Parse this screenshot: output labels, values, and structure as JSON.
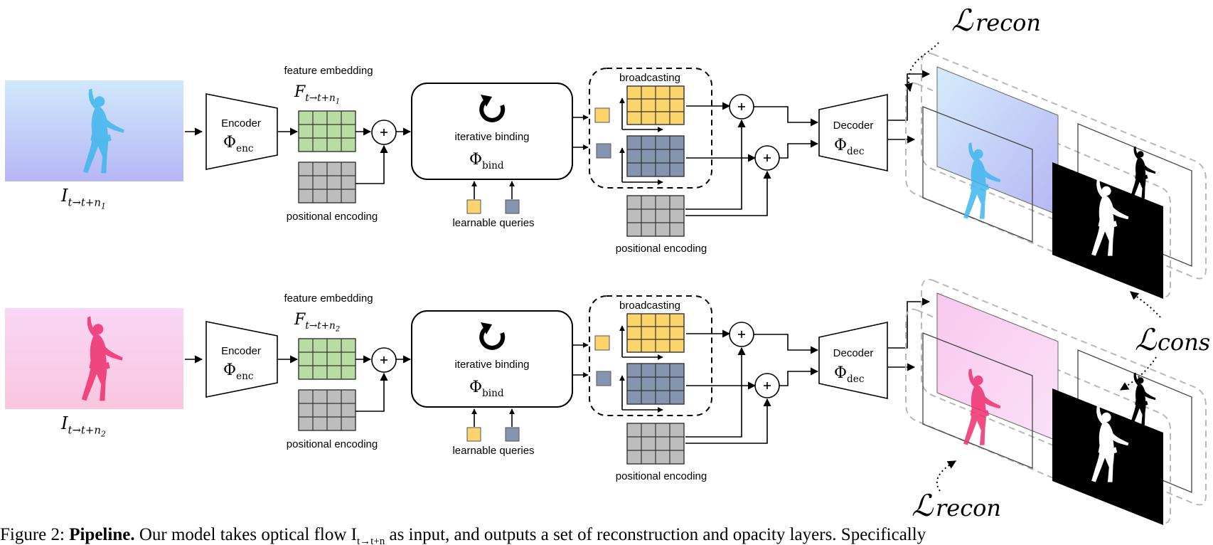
{
  "pipelines": [
    {
      "input_label": "I",
      "input_sub": "t→t+n",
      "input_sub_idx": "1",
      "encoder_label": "Encoder",
      "encoder_sym": "Φ",
      "encoder_sub": "enc",
      "feature_embedding_label": "feature embedding",
      "feature_sym": "F",
      "feature_sub": "t→t+n",
      "feature_sub_idx": "1",
      "positional_encoding_label": "positional encoding",
      "binding_label": "iterative binding",
      "binding_sym": "Φ",
      "binding_sub": "bind",
      "learnable_queries_label": "learnable queries",
      "broadcasting_label": "broadcasting",
      "positional_encoding_label_2": "positional encoding",
      "decoder_label": "Decoder",
      "decoder_sym": "Φ",
      "decoder_sub": "dec",
      "flow_color_top": "#cfe9fb",
      "flow_color_bottom": "#b8b8f6",
      "figure_color": "#3fb7ee",
      "recon_tint": "#c9dcfa"
    },
    {
      "input_label": "I",
      "input_sub": "t→t+n",
      "input_sub_idx": "2",
      "encoder_label": "Encoder",
      "encoder_sym": "Φ",
      "encoder_sub": "enc",
      "feature_embedding_label": "feature embedding",
      "feature_sym": "F",
      "feature_sub": "t→t+n",
      "feature_sub_idx": "2",
      "positional_encoding_label": "positional encoding",
      "binding_label": "iterative binding",
      "binding_sym": "Φ",
      "binding_sub": "bind",
      "learnable_queries_label": "learnable queries",
      "broadcasting_label": "broadcasting",
      "positional_encoding_label_2": "positional encoding",
      "decoder_label": "Decoder",
      "decoder_sym": "Φ",
      "decoder_sub": "dec",
      "flow_color_top": "#f7d3f3",
      "flow_color_bottom": "#f8c9e2",
      "figure_color": "#ee2f6e",
      "recon_tint": "#f3cdf3"
    }
  ],
  "losses": {
    "recon_sym": "ℒ",
    "recon_sub": "recon",
    "cons_sym": "ℒ",
    "cons_sub": "cons"
  },
  "colors": {
    "feature_grid": "#b9dca3",
    "positional_grid": "#bdbdbd",
    "query_yellow": "#fbd46b",
    "query_blue": "#8595b0",
    "mask_bg": "#000000",
    "dashed_layer": "#b8b8b8"
  },
  "caption": {
    "prefix": "Figure 2: ",
    "bold": "Pipeline.",
    "text": " Our model takes optical flow I",
    "sub": "t→t+n",
    "rest": " as input, and outputs a set of reconstruction and opacity layers. Specifically"
  }
}
